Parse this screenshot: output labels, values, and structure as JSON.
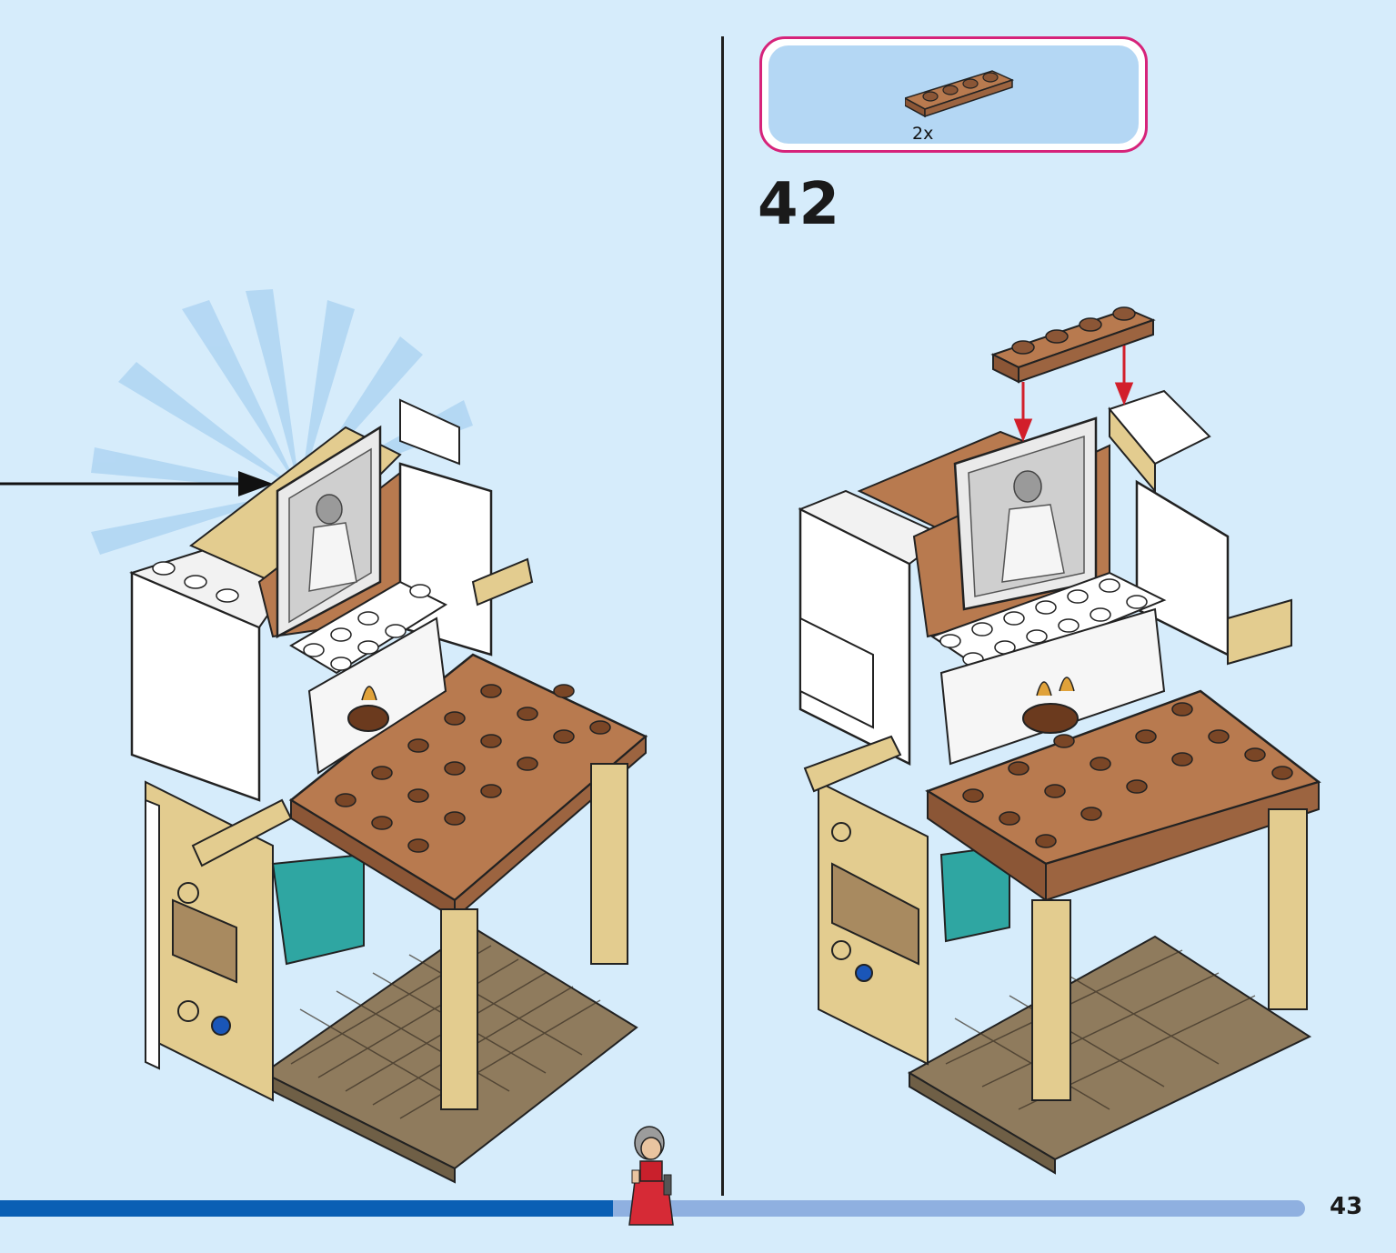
{
  "step": {
    "number": "42"
  },
  "parts_callout": {
    "items": [
      {
        "quantity": "2x",
        "part_icon": "brown-plate-1x4-icon",
        "color": "#b87a4f"
      }
    ]
  },
  "progress": {
    "fraction": 0.47
  },
  "page": {
    "number": "43"
  },
  "colors": {
    "background": "#d6ecfb",
    "callout_border": "#d6237a",
    "callout_fill": "#b4d7f4",
    "progress_done": "#0a5fb4",
    "progress_todo": "#8fb0e0",
    "arrow_red": "#d21f2b",
    "reddish_brown": "#b87a4f",
    "tan": "#e3cc8f",
    "dark_tan": "#8f7b5d",
    "white_brick": "#ffffff",
    "teal": "#2fa6a2"
  }
}
